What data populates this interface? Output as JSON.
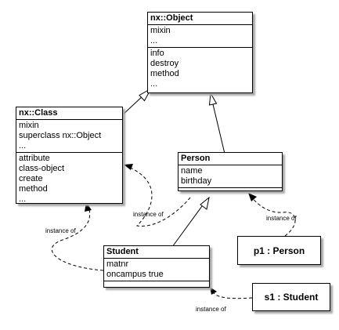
{
  "classes": {
    "nx_object": {
      "title": "nx::Object",
      "attributes": [
        "mixin",
        "..."
      ],
      "methods": [
        "info",
        "destroy",
        "method",
        "..."
      ]
    },
    "nx_class": {
      "title": "nx::Class",
      "attributes": [
        "mixin",
        "superclass nx::Object",
        "..."
      ],
      "methods": [
        "attribute",
        "class-object",
        "create",
        "method",
        "..."
      ]
    },
    "person": {
      "title": "Person",
      "attributes": [
        "name",
        "birthday"
      ]
    },
    "student": {
      "title": "Student",
      "attributes": [
        "matnr",
        "oncampus true"
      ]
    }
  },
  "objects": {
    "p1": {
      "title": "p1 : Person"
    },
    "s1": {
      "title": "s1 : Student"
    }
  },
  "relations": {
    "instance_of_label": "instance of"
  }
}
